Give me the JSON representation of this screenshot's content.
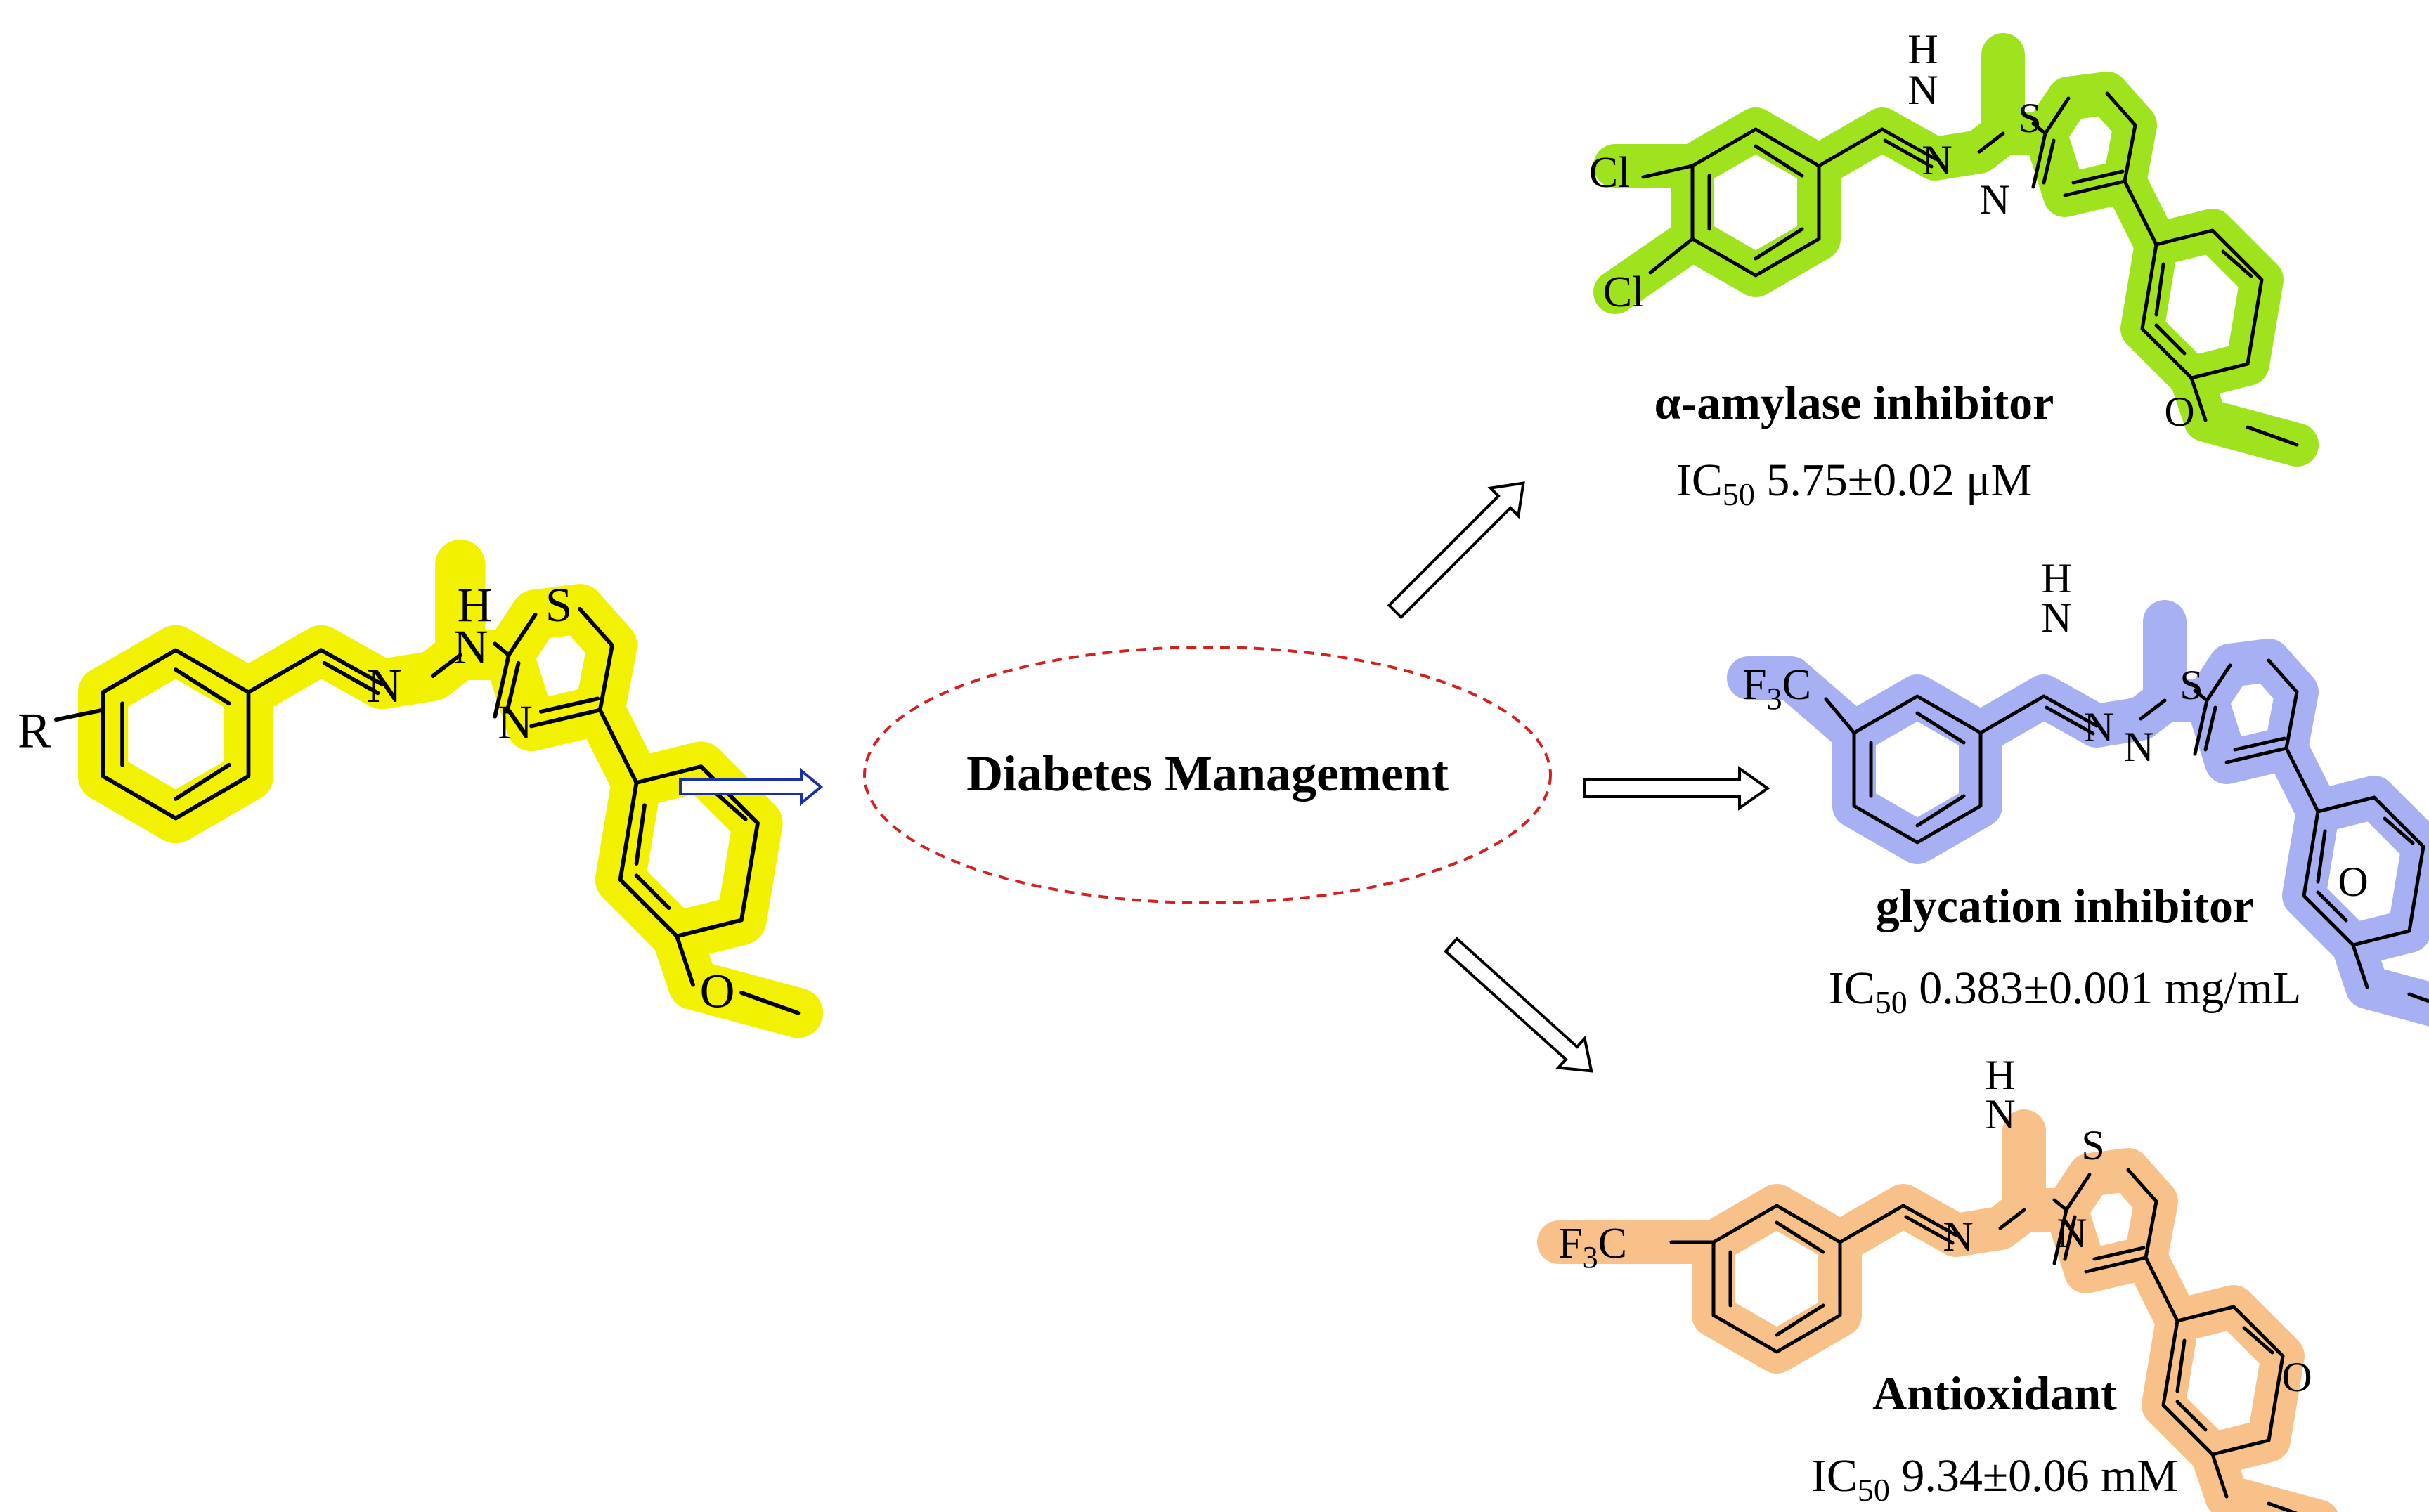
{
  "colors": {
    "core_highlight": "#f2f200",
    "amylase_highlight": "#9fe31f",
    "glycation_highlight": "#a6b0f2",
    "antioxidant_highlight": "#f9c18a",
    "center_ellipse": "#d62020",
    "core_arrow": "#1b2fa8"
  },
  "core": {
    "substituent": "R",
    "atoms": {
      "n1": "N",
      "nh_h": "H",
      "nh_n": "N",
      "s": "S",
      "n_ring": "N",
      "o": "O"
    }
  },
  "center": {
    "label": "Diabetes Management"
  },
  "compounds": [
    {
      "id": "amylase",
      "activity": "α-amylase inhibitor",
      "ic_prefix": "IC",
      "ic_sub": "50",
      "ic_value": " 5.75±0.02 μM",
      "atoms": {
        "cl1": "Cl",
        "cl2": "Cl",
        "n1": "N",
        "nh_h": "H",
        "nh_n": "N",
        "s": "S",
        "n_ring": "N",
        "o": "O"
      }
    },
    {
      "id": "glycation",
      "activity": "glycation inhibitor",
      "ic_prefix": "IC",
      "ic_sub": "50",
      "ic_value": " 0.383±0.001 mg/mL",
      "atoms": {
        "f": "F",
        "f_sub": "3",
        "c": "C",
        "n1": "N",
        "nh_h": "H",
        "nh_n": "N",
        "s": "S",
        "n_ring": "N",
        "o": "O"
      }
    },
    {
      "id": "antioxidant",
      "activity": "Antioxidant",
      "ic_prefix": "IC",
      "ic_sub": "50",
      "ic_value": " 9.34±0.06 mM",
      "atoms": {
        "f": "F",
        "f_sub": "3",
        "c": "C",
        "n1": "N",
        "nh_h": "H",
        "nh_n": "N",
        "s": "S",
        "n_ring": "N",
        "o": "O"
      }
    }
  ]
}
